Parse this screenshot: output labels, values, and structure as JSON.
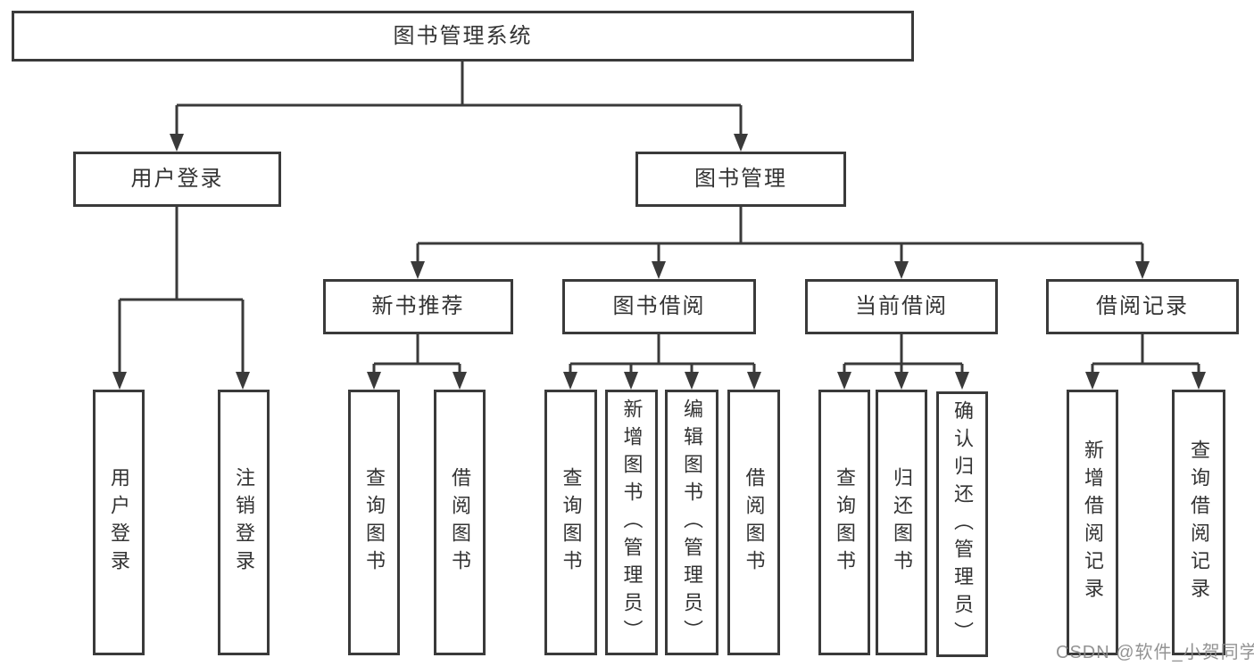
{
  "root": {
    "label": "图书管理系统"
  },
  "login": {
    "label": "用户登录",
    "children": [
      {
        "label": "用户登录"
      },
      {
        "label": "注销登录"
      }
    ]
  },
  "management": {
    "label": "图书管理"
  },
  "groups": [
    {
      "label": "新书推荐",
      "children": [
        {
          "label": "查询图书"
        },
        {
          "label": "借阅图书"
        }
      ]
    },
    {
      "label": "图书借阅",
      "children": [
        {
          "label": "查询图书"
        },
        {
          "label": "新增图书（管理员）"
        },
        {
          "label": "编辑图书（管理员）"
        },
        {
          "label": "借阅图书"
        }
      ]
    },
    {
      "label": "当前借阅",
      "children": [
        {
          "label": "查询图书"
        },
        {
          "label": "归还图书"
        },
        {
          "label": "确认归还（管理员）"
        }
      ]
    },
    {
      "label": "借阅记录",
      "children": [
        {
          "label": "新增借阅记录"
        },
        {
          "label": "查询借阅记录"
        }
      ]
    }
  ],
  "watermark": "CSDN @软件_小贺同学",
  "colors": {
    "line": "#3a3a3a",
    "text": "#333333",
    "background": "#ffffff",
    "watermark": "#8a8a8a"
  }
}
